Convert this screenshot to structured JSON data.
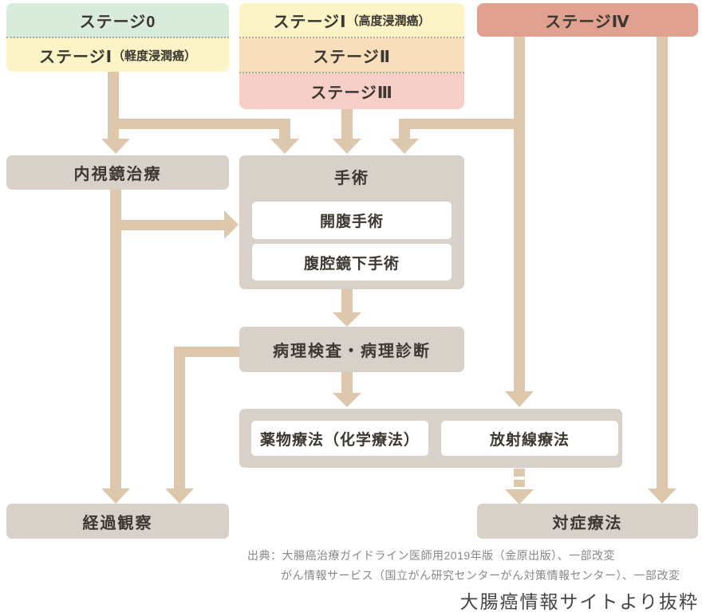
{
  "colors": {
    "stage0_bg": "#d9ecdb",
    "stage1_bg": "#fcf4c6",
    "stage2_bg": "#f8debb",
    "stage3_bg": "#f6cfc8",
    "stage4_bg": "#e0a191",
    "treatment_box_bg": "#d7d1c9",
    "arrow": "#ddc8ae",
    "text": "#3c3831"
  },
  "stages": {
    "stage0": "ステージ0",
    "stage1_mild": {
      "main": "ステージⅠ",
      "sub": "（軽度浸潤癌）"
    },
    "stage1_severe": {
      "main": "ステージⅠ",
      "sub": "（高度浸潤癌）"
    },
    "stage2": "ステージⅡ",
    "stage3": "ステージⅢ",
    "stage4": "ステージⅣ"
  },
  "treatments": {
    "endoscopic": "内視鏡治療",
    "surgery": "手術",
    "open_surgery": "開腹手術",
    "laparoscopic_surgery": "腹腔鏡下手術",
    "pathology": "病理検査・病理診断",
    "chemotherapy": "薬物療法（化学療法）",
    "radiotherapy": "放射線療法",
    "followup": "経過観察",
    "palliative": "対症療法"
  },
  "footer": {
    "source_line1": "出典：大腸癌治療ガイドライン医師用2019年版（金原出版）、一部改変",
    "source_line2": "がん情報サービス（国立がん研究センターがん対策情報センター）、一部改変",
    "attribution": "大腸癌情報サイトより抜粋"
  }
}
